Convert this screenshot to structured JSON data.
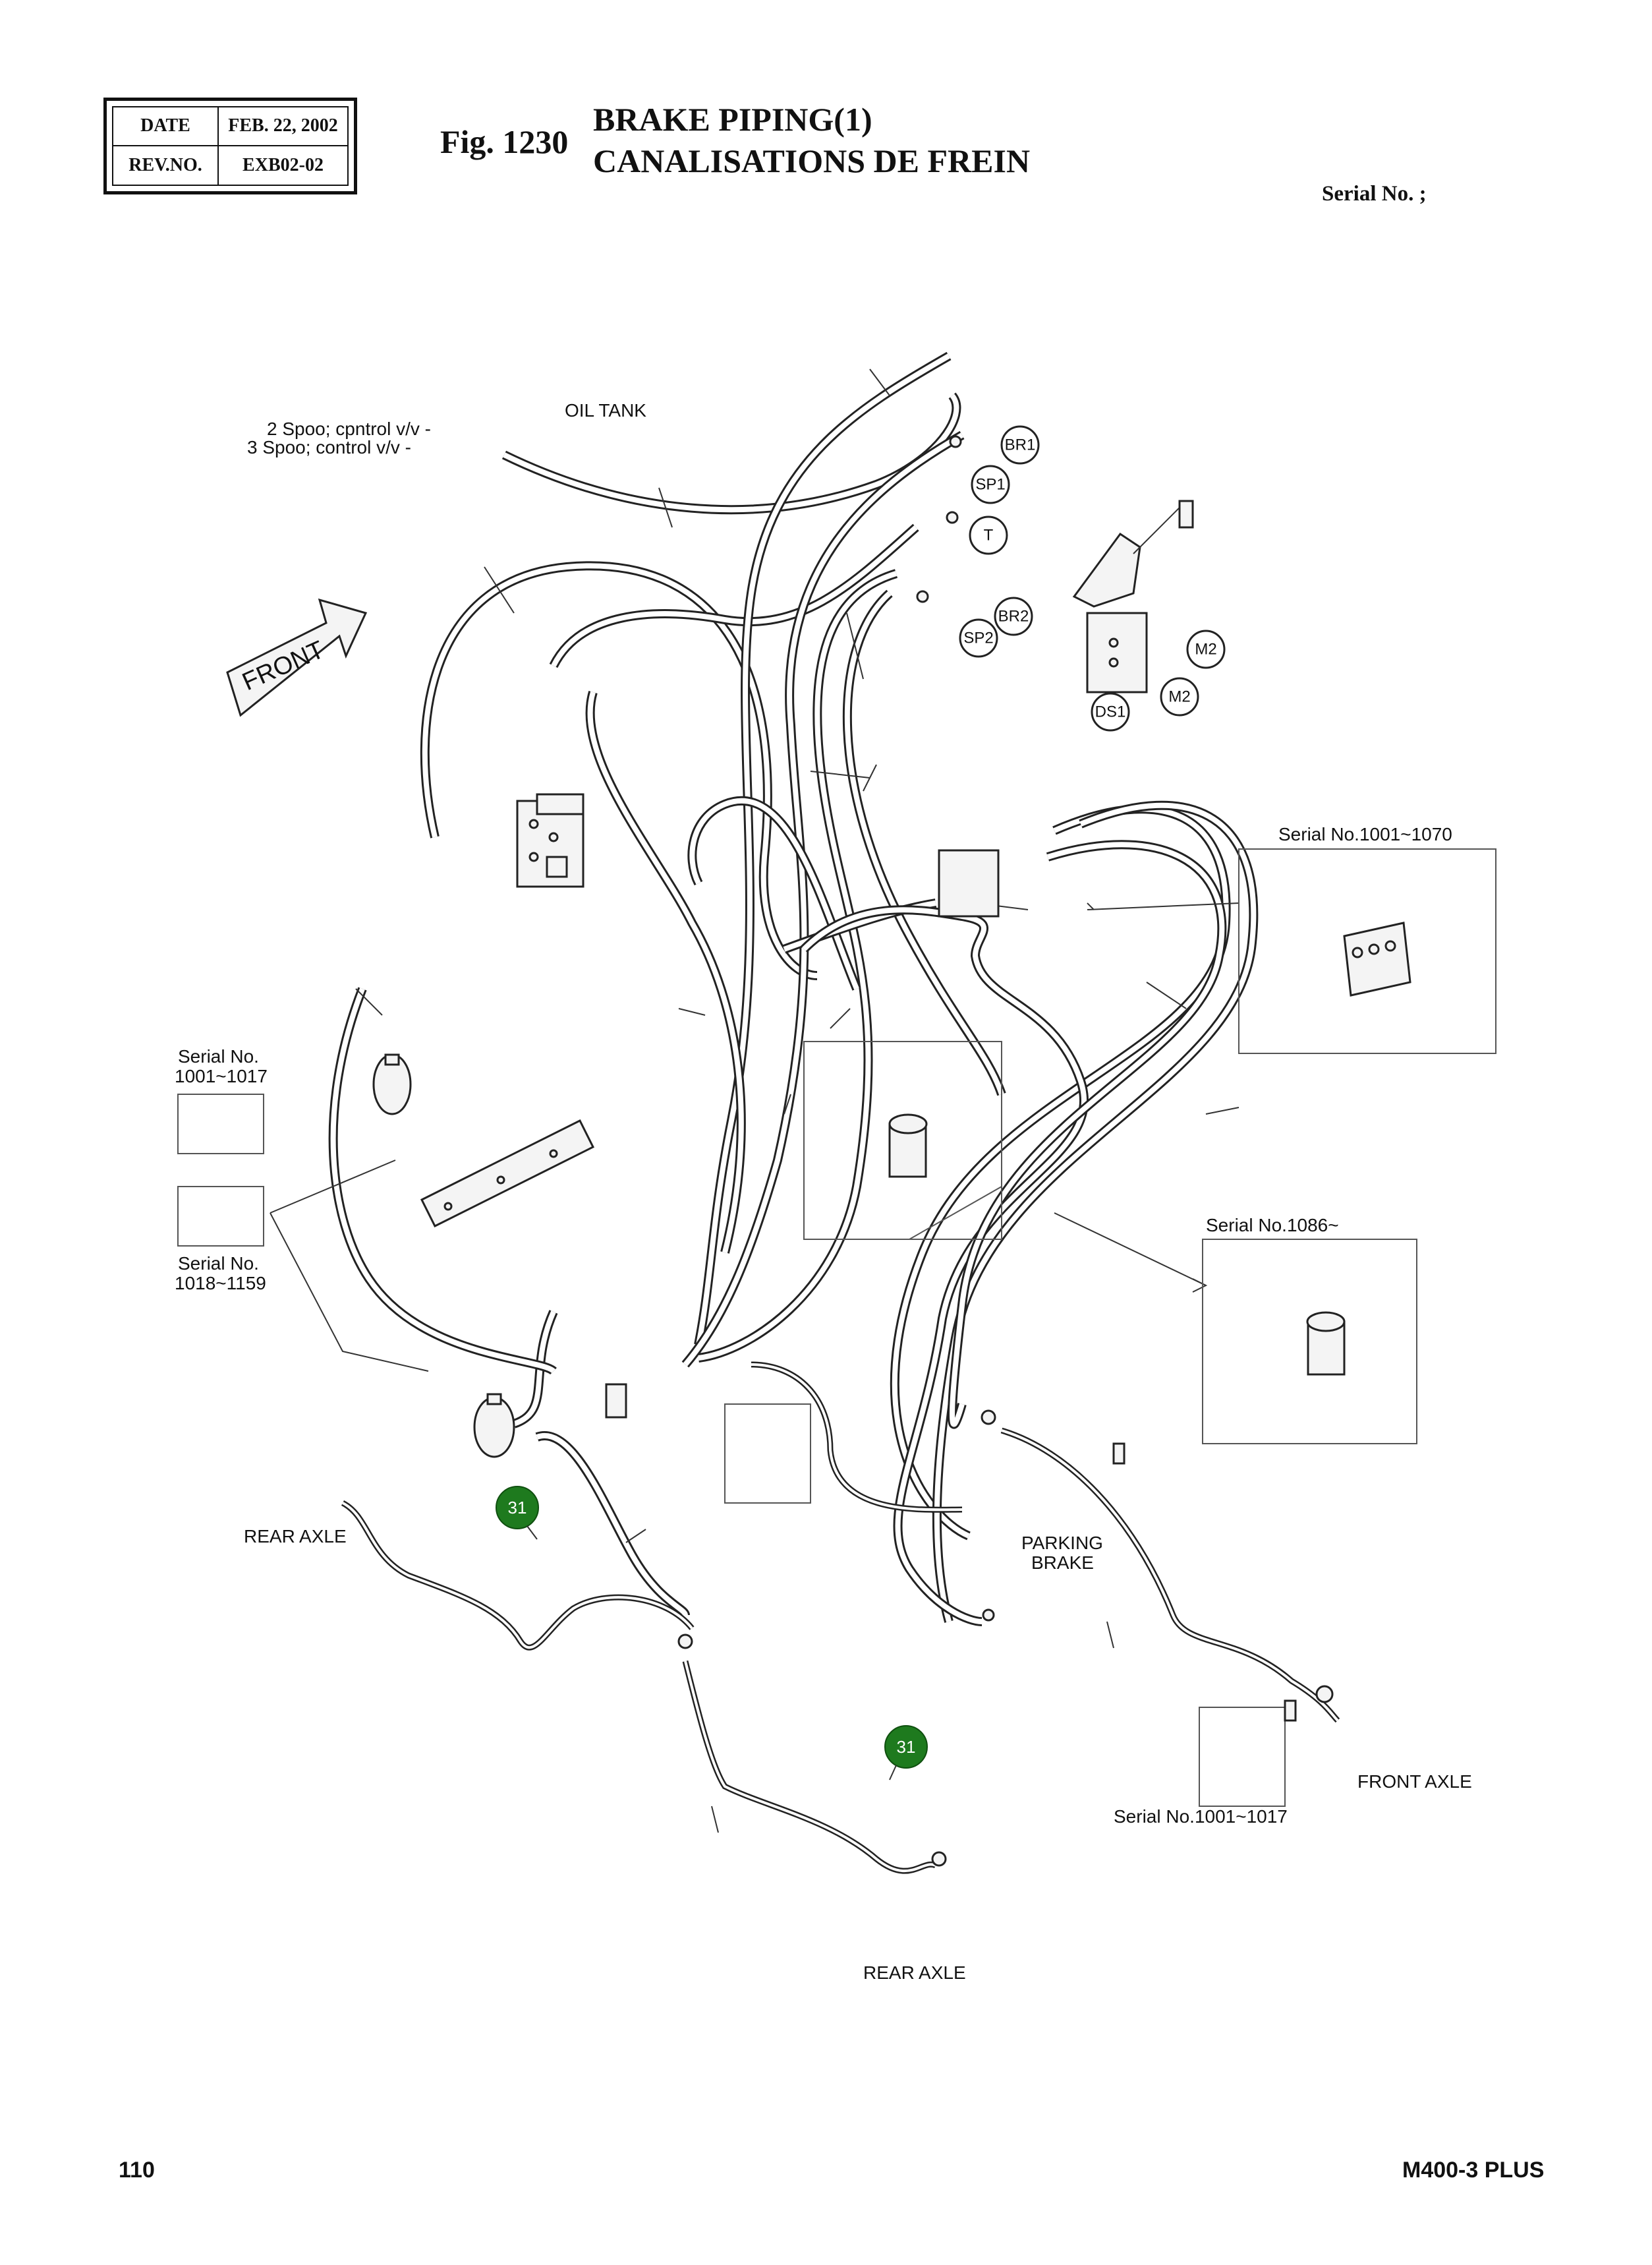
{
  "header": {
    "date_label": "DATE",
    "date_value": "FEB. 22, 2002",
    "rev_label": "REV.NO.",
    "rev_value": "EXB02-02",
    "fig_label": "Fig. 1230",
    "title_en": "BRAKE PIPING(1)",
    "title_fr": "CANALISATIONS DE FREIN",
    "serial_heading": "Serial No. ;"
  },
  "labels": {
    "spool_2": "2 Spoo; cpntrol v/v -",
    "spool_3": "3 Spoo; control v/v -",
    "oil_tank": "OIL TANK",
    "front": "FRONT",
    "serial_1001_1070": "Serial No.1001~1070",
    "serial_no": "Serial No.",
    "range_1001_1017": "1001~1017",
    "serial_no_2": "Serial No.",
    "range_1018_1159": "1018~1159",
    "serial_1086": "Serial No.1086~",
    "rear_axle_left": "REAR AXLE",
    "parking": "PARKING",
    "brake": "BRAKE",
    "front_axle": "FRONT AXLE",
    "serial_1001_1017_bottom": "Serial No.1001~1017",
    "rear_axle_bottom": "REAR AXLE"
  },
  "ports": {
    "br1": "BR1",
    "sp1": "SP1",
    "t": "T",
    "br2": "BR2",
    "sp2": "SP2",
    "m2_a": "M2",
    "m2_b": "M2",
    "ds1": "DS1"
  },
  "callouts": [
    {
      "number": "31"
    },
    {
      "number": "31"
    }
  ],
  "colors": {
    "callout_fill": "#1e7a1e",
    "line": "#222222",
    "background": "#ffffff"
  },
  "footer": {
    "page_number": "110",
    "model": "M400-3 PLUS"
  }
}
